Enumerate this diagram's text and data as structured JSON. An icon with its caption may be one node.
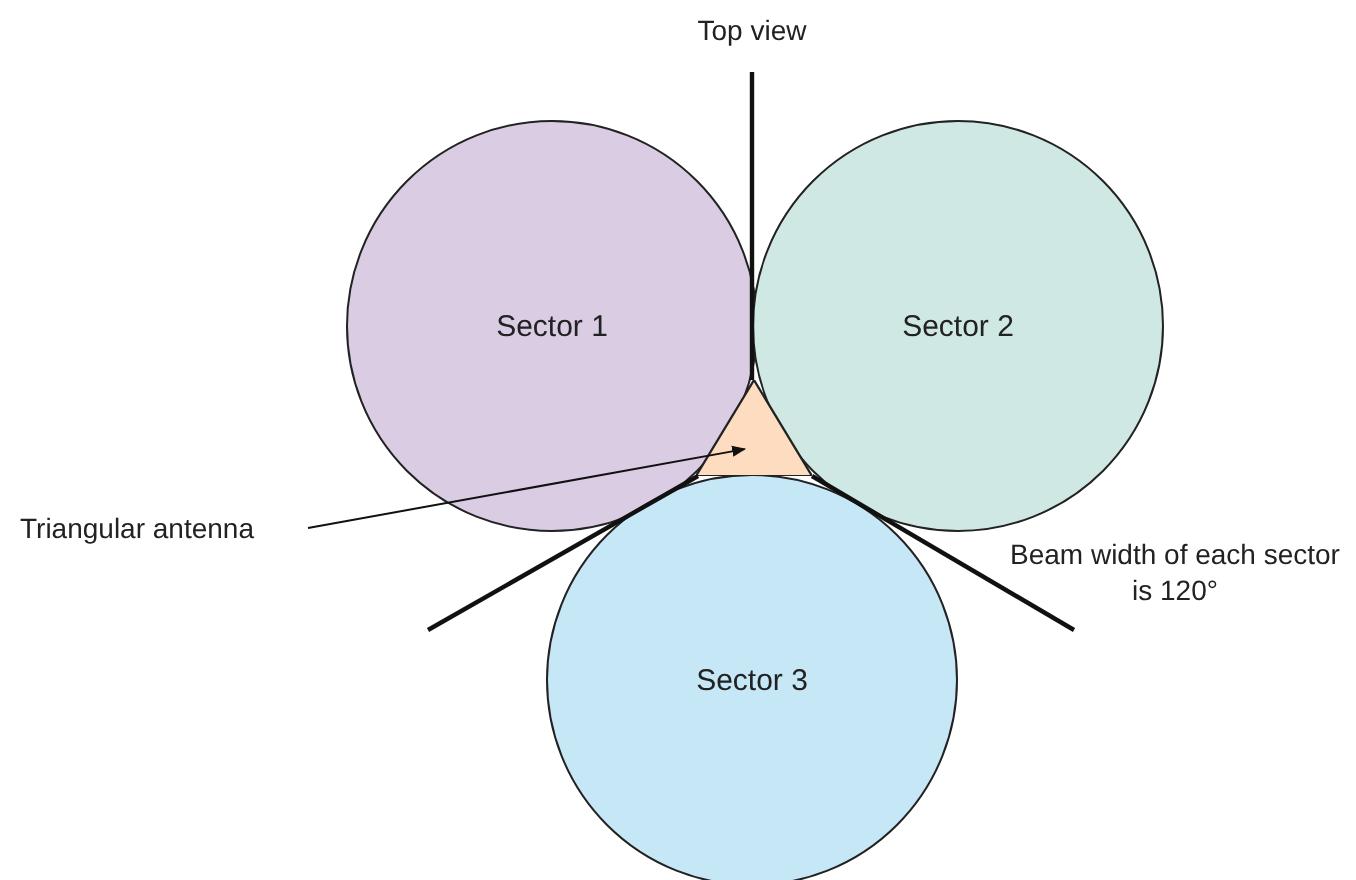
{
  "diagram": {
    "nodes": [
      {
        "text": [
          "Sector 1"
        ]
      },
      {
        "text": [
          "Sector 2"
        ]
      },
      {
        "text": [
          "Sector 3"
        ]
      },
      {
        "text": [
          "Triangular antenna"
        ]
      },
      {
        "text": [],
        "shape": "triangle"
      }
    ],
    "edges": [
      {
        "from": 3,
        "to": 4,
        "arrow": "to"
      }
    ],
    "labels": [
      "Top view",
      "Beam width of each sector is 120°"
    ]
  }
}
